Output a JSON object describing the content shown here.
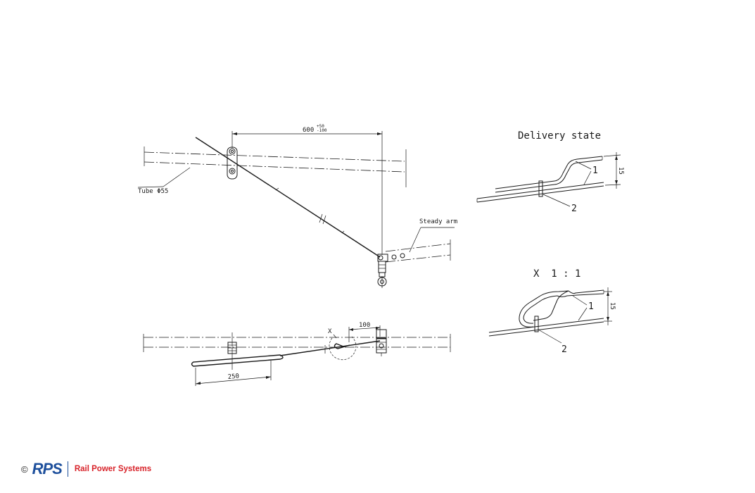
{
  "labels": {
    "tube": "Tube Φ55",
    "steady_arm": "Steady arm",
    "dim_600": "600",
    "tol_upper": "+50",
    "tol_lower": "-100",
    "dim_100": "100",
    "dim_250": "250",
    "detail_x": "X",
    "delivery_state": "Delivery state",
    "x_scale": "X  1 : 1",
    "dim_15_a": "15",
    "dim_15_b": "15",
    "item1_a": "1",
    "item2_a": "2",
    "item1_b": "1",
    "item2_b": "2"
  },
  "footer": {
    "copyright": "©",
    "logo": "RPS",
    "company": "Rail Power Systems"
  },
  "colors": {
    "logo_blue": "#1d4f9c",
    "brand_red": "#d8232a"
  }
}
